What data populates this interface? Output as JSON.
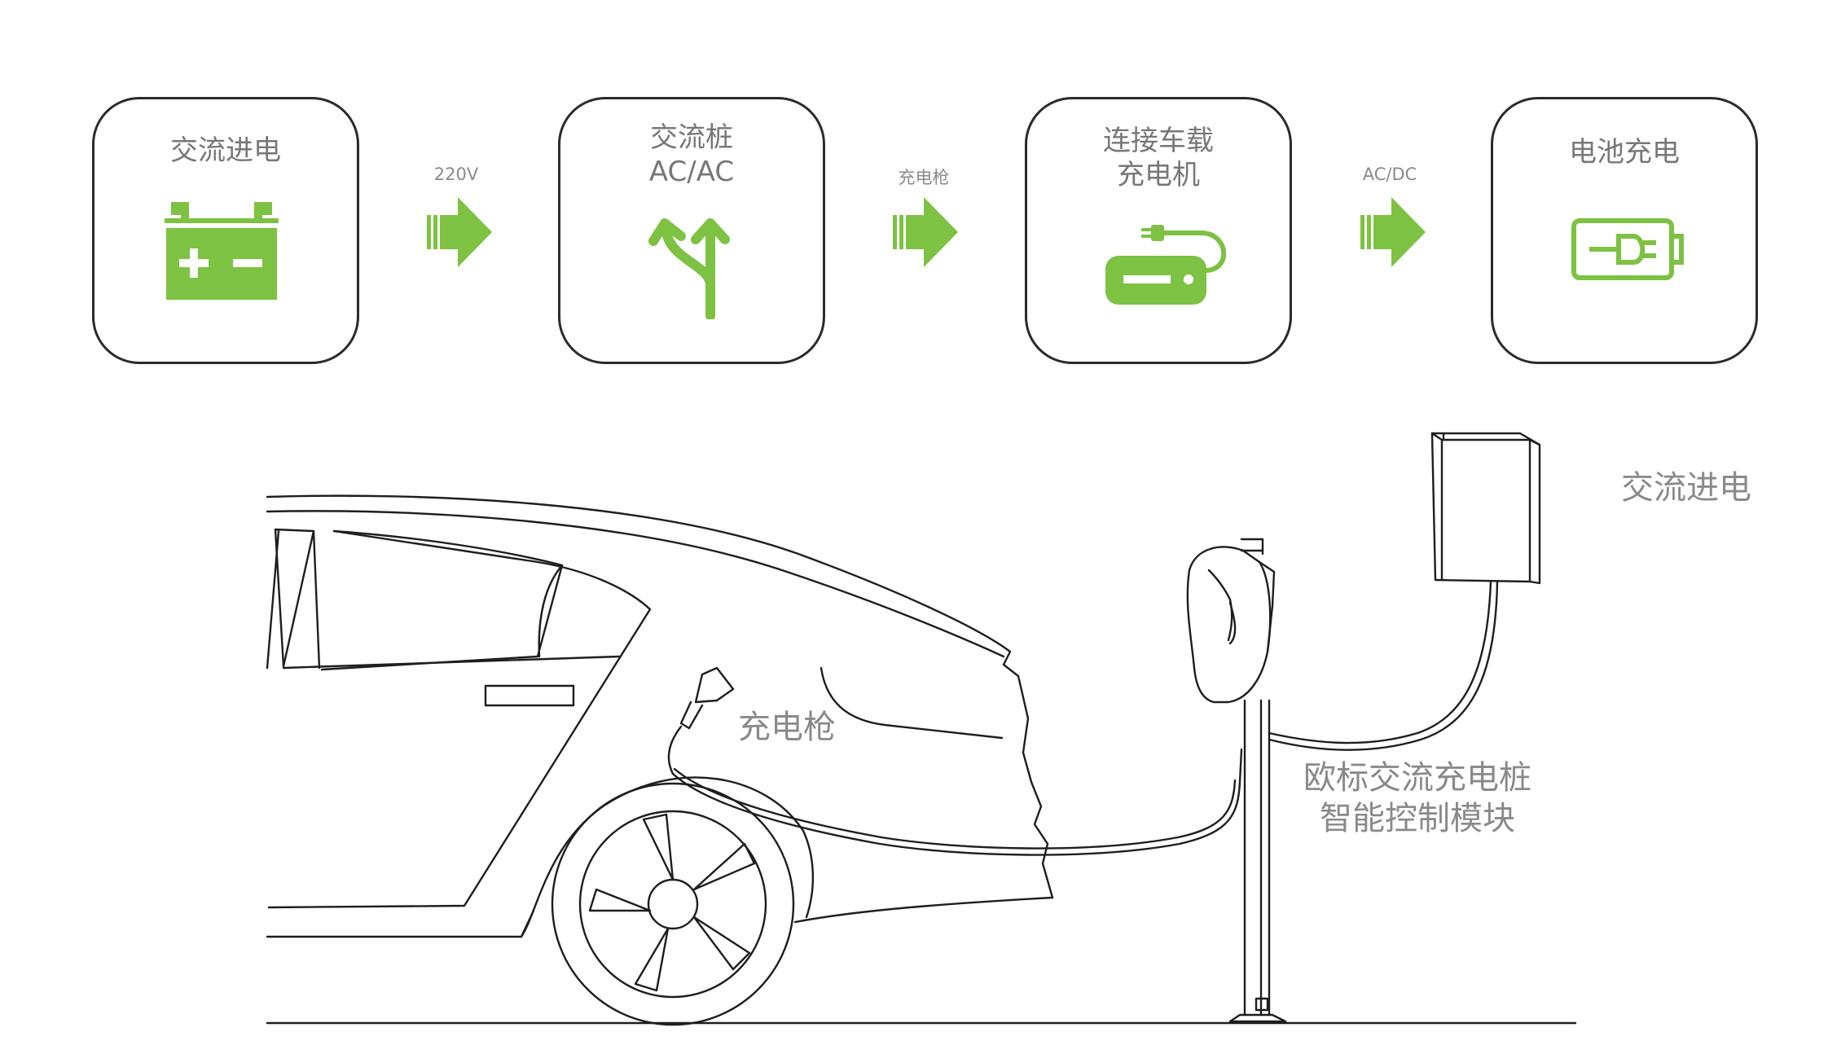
{
  "steps": [
    {
      "label": "交流进电",
      "icon": "car-battery-icon"
    },
    {
      "label": "交流桩\nAC/AC",
      "icon": "split-arrows-icon"
    },
    {
      "label": "连接车载\n充电机",
      "icon": "onboard-charger-icon"
    },
    {
      "label": "电池充电",
      "icon": "battery-plug-icon"
    }
  ],
  "connectors": [
    {
      "label": "220V"
    },
    {
      "label": "充电枪"
    },
    {
      "label": "AC/DC"
    }
  ],
  "illustration": {
    "gun_label": "充电枪",
    "module_label": "欧标交流充电桩\n智能控制模块",
    "supply_label": "交流进电"
  },
  "colors": {
    "accent_green": "#7dc242",
    "outline": "#2b2b2b",
    "text_gray": "#777777"
  }
}
